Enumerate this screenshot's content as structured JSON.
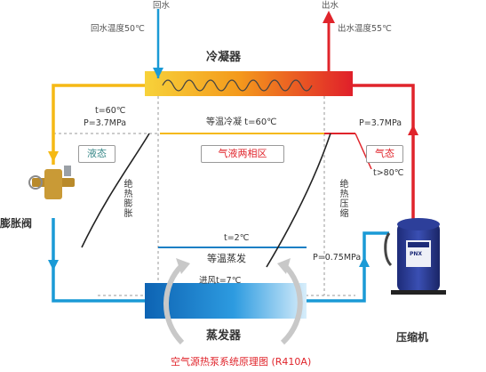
{
  "labels": {
    "inlet": "回水",
    "outlet": "出水",
    "inlet_temp": "回水温度50℃",
    "outlet_temp": "出水温度55℃",
    "condenser": "冷凝器",
    "t_cond_left": "t=60℃",
    "p_cond_left": "P=3.7MPa",
    "iso_condense": "等温冷凝 t=60℃",
    "p_cond_right": "P=3.7MPa",
    "liquid": "液态",
    "two_phase": "气液两相区",
    "gas": "气态",
    "t_gas": "t>80℃",
    "expansion_valve": "膨胀阀",
    "adiabatic_expansion": "绝热膨胀",
    "adiabatic_compression": "绝热压缩",
    "t_evap": "t=2℃",
    "iso_evap": "等温蒸发",
    "p_evap": "P=0.75MPa",
    "air_in": "进风t=7℃",
    "evaporator": "蒸发器",
    "compressor": "压缩机",
    "caption": "空气源热泵系统原理图 (R410A)",
    "compressor_badge": "PNX"
  },
  "colors": {
    "hot_red": "#e0242b",
    "warm_orange": "#f39a1e",
    "cold_blue": "#1a9ad6",
    "liquid_yellow": "#f5b915",
    "caption_red": "#e0242b"
  }
}
